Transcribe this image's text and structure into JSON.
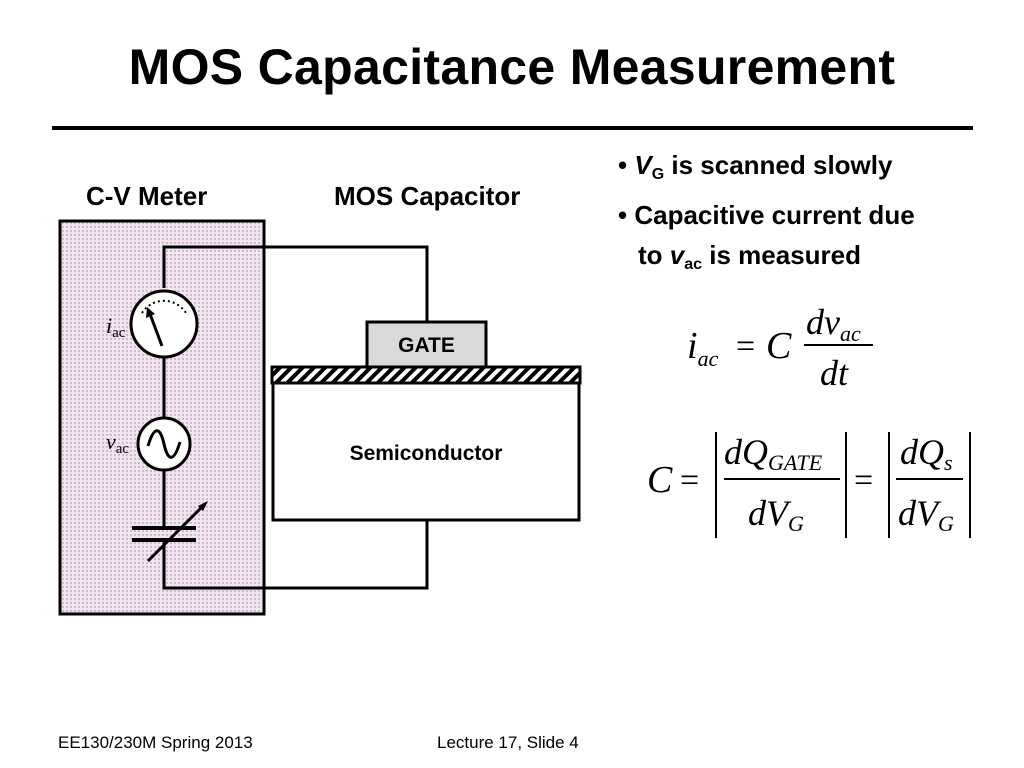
{
  "slide": {
    "title": "MOS Capacitance Measurement"
  },
  "diagram": {
    "meter_label": "C-V Meter",
    "capacitor_label": "MOS Capacitor",
    "gate_label": "GATE",
    "semiconductor_label": "Semiconductor",
    "ammeter_symbol": "i",
    "ammeter_subscript": "ac",
    "source_symbol": "v",
    "source_subscript": "ac"
  },
  "bullets": [
    {
      "bullet": "•",
      "var": "V",
      "sub": "G",
      "text": " is scanned slowly"
    },
    {
      "bullet": "•",
      "text_line1": "Capacitive current due",
      "text_line2_pre": "to ",
      "var": "v",
      "sub": "ac",
      "text_line2_post": " is measured"
    }
  ],
  "equations": {
    "eq1": {
      "lhs": "i",
      "lhs_sub": "ac",
      "eq": "=",
      "C": "C",
      "num": "dv",
      "num_sub": "ac",
      "den": "dt"
    },
    "eq2": {
      "C": "C",
      "eq": "=",
      "frac1_num": "dQ",
      "frac1_num_sub": "GATE",
      "frac1_den": "dV",
      "frac1_den_sub": "G",
      "frac2_num": "dQ",
      "frac2_num_sub": "s",
      "frac2_den": "dV",
      "frac2_den_sub": "G"
    }
  },
  "footer": {
    "course": "EE130/230M Spring 2013",
    "slide_ref": "Lecture 17, Slide 4"
  },
  "colors": {
    "meter_fill": "#f2e4f0",
    "meter_dots": "#9a7a95",
    "gate_fill": "#d9d9d9"
  }
}
